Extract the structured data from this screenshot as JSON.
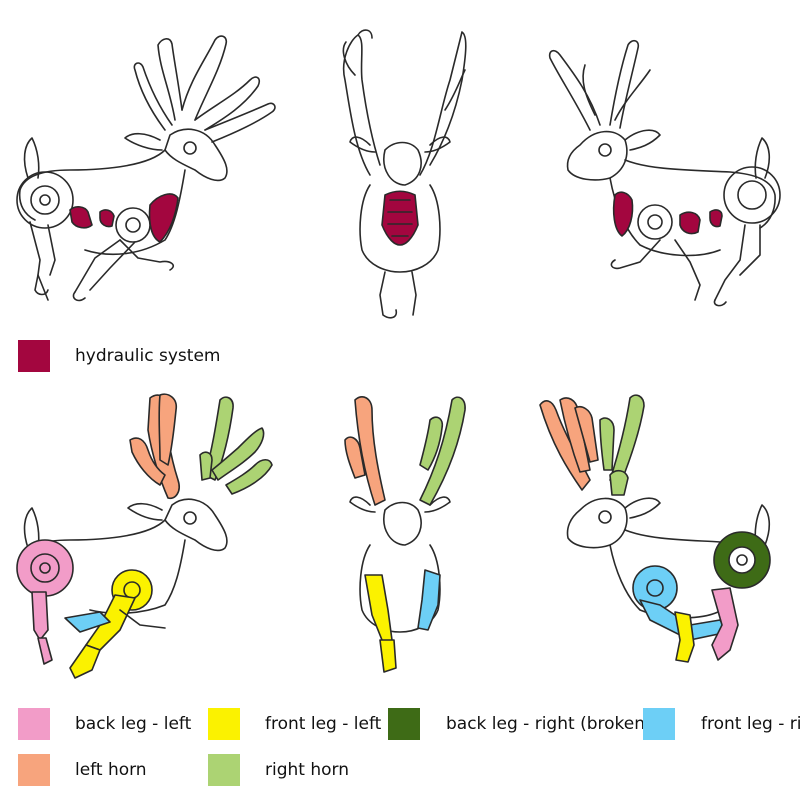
{
  "colors": {
    "hydraulic": "#a3063f",
    "back_leg_left": "#f29cc8",
    "front_leg_left": "#fbf200",
    "back_leg_right": "#3e6b16",
    "front_leg_right": "#6dcff6",
    "left_horn": "#f7a47d",
    "right_horn": "#acd373",
    "outline": "#2a2a2a"
  },
  "legend_top": {
    "hydraulic_label": "hydraulic system"
  },
  "legend_bottom": {
    "back_leg_left": "back leg - left",
    "front_leg_left": "front leg - left",
    "back_leg_right": "back leg - right (broken)",
    "front_leg_right": "front leg - righ",
    "left_horn": "left horn",
    "right_horn": "right horn"
  }
}
